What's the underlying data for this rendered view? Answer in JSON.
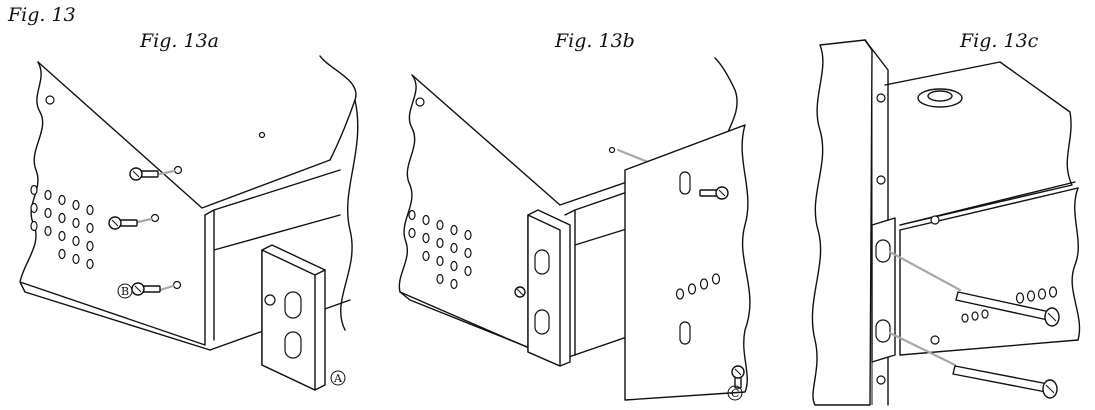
{
  "figure": {
    "main_caption": "Fig. 13",
    "panels": [
      {
        "caption": "Fig. 13a"
      },
      {
        "caption": "Fig. 13b"
      },
      {
        "caption": "Fig. 13c"
      }
    ]
  },
  "callouts": {
    "a": "A",
    "b": "B",
    "c": "C"
  }
}
